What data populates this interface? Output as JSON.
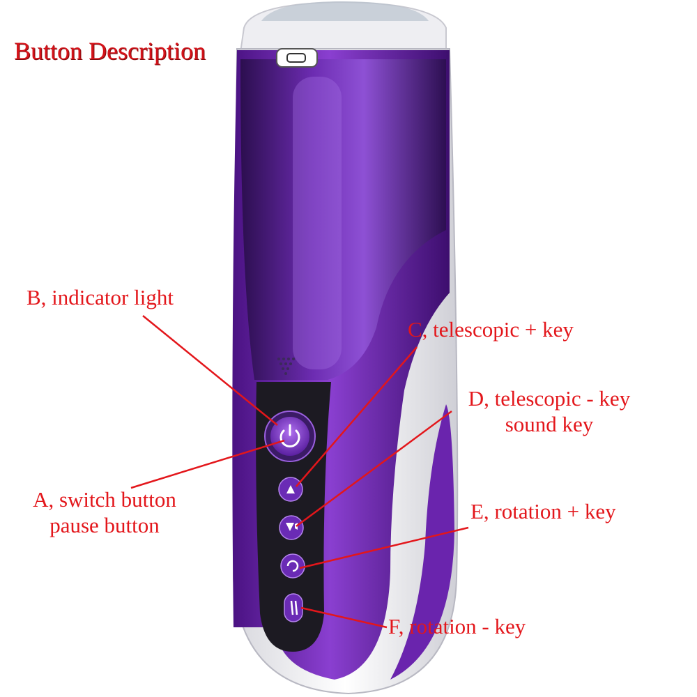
{
  "title": "Button Description",
  "colors": {
    "label_red": "#e3161b",
    "device_purple": "#7b2fbe",
    "device_dark": "#1c1a22",
    "device_white": "#f4f4f6"
  },
  "labels": {
    "b": "B, indicator light",
    "c": "C, telescopic + key",
    "d_line1": "D, telescopic - key",
    "d_line2": "sound key",
    "a_line1": "A, switch button",
    "a_line2": "pause button",
    "e": "E, rotation + key",
    "f": "F, rotation - key"
  },
  "icons": {
    "power": "power-icon",
    "up": "triangle-up-icon",
    "down": "triangle-down-icon",
    "rotate": "rotation-icon",
    "pause": "double-bar-icon"
  }
}
